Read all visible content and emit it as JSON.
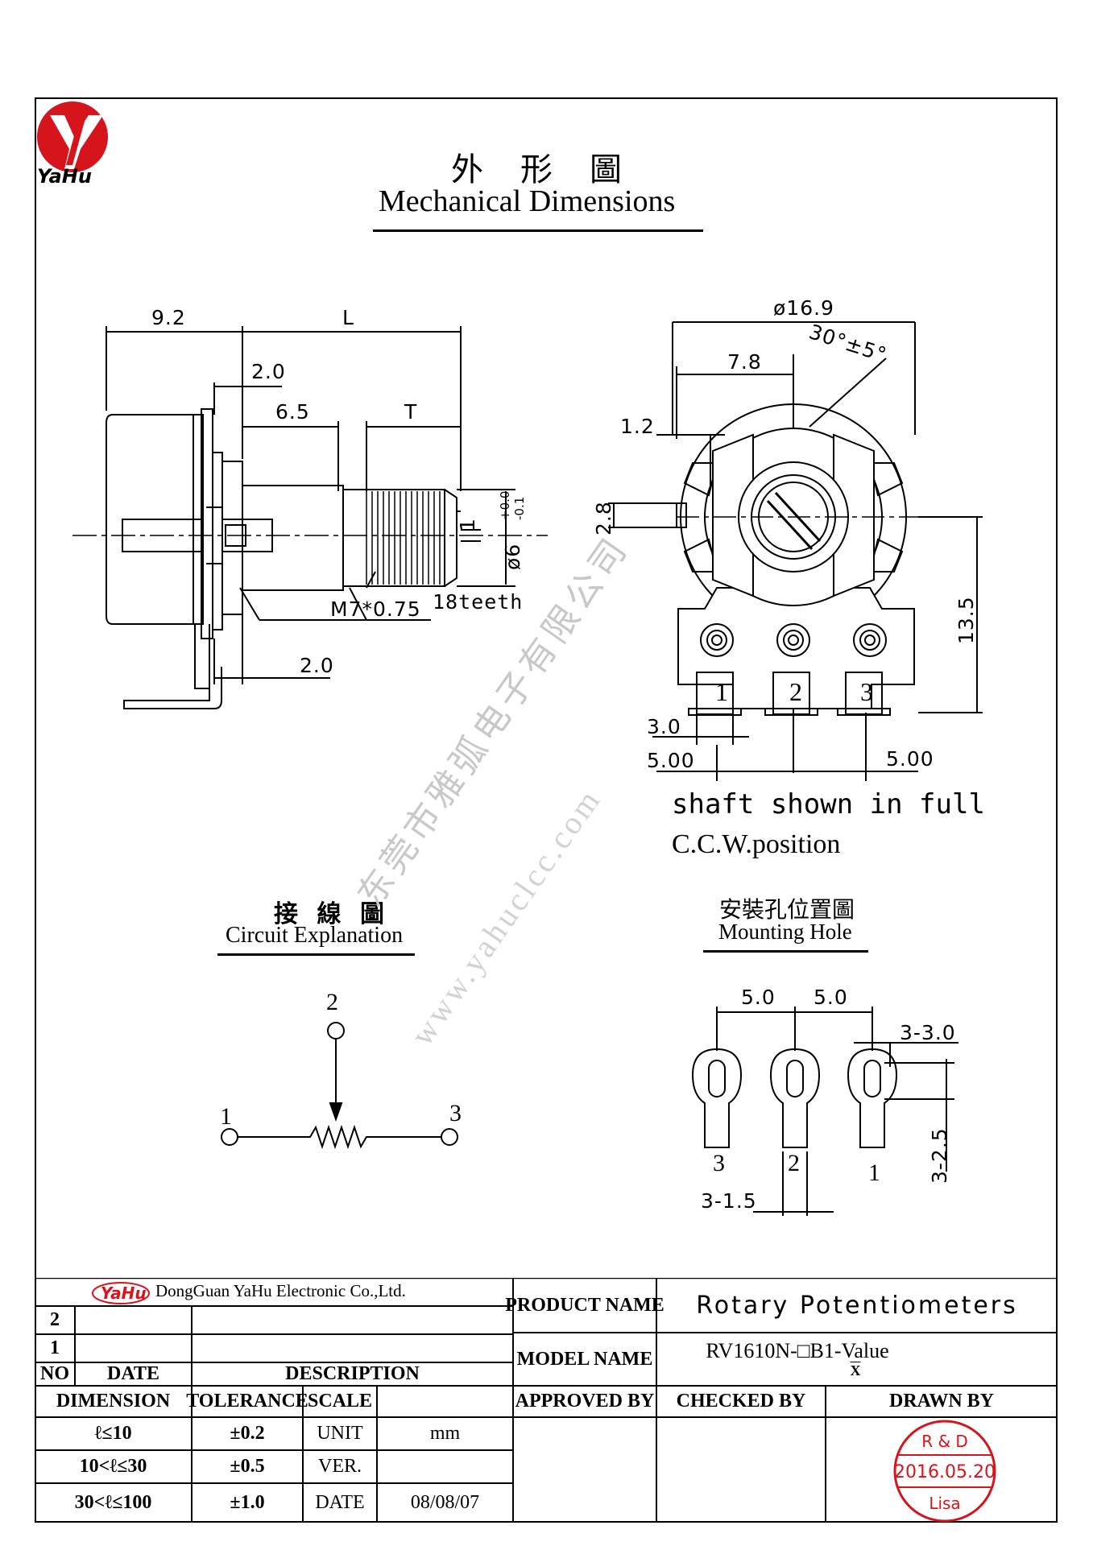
{
  "logo": {
    "text": "YaHu",
    "mark": "Y-H"
  },
  "header": {
    "title_cn": "外 形 圖",
    "title_en": "Mechanical Dimensions"
  },
  "side_view": {
    "dim_9_2": "9.2",
    "dim_L": "L",
    "dim_2_0_top": "2.0",
    "dim_6_5": "6.5",
    "dim_T": "T",
    "dim_1": "1",
    "dim_phi6": "ø6",
    "dim_phi6_tol_plus": "+0.0",
    "dim_phi6_tol_minus": "-0.1",
    "thread": "M7*0.75",
    "teeth": "18teeth",
    "dim_2_0_bottom": "2.0"
  },
  "front_view": {
    "dim_phi16_9": "ø16.9",
    "dim_angle": "30°±5°",
    "dim_7_8": "7.8",
    "dim_1_2": "1.2",
    "dim_2_8": "2.8",
    "dim_13_5": "13.5",
    "dim_3_0": "3.0",
    "dim_5_00_left": "5.00",
    "dim_5_00_right": "5.00",
    "pins": [
      "1",
      "2",
      "3"
    ]
  },
  "note": {
    "line1": "shaft shown in full",
    "line2": "C.C.W.position"
  },
  "circuit": {
    "title_cn": "接 線 圖",
    "title_en": "Circuit Explanation",
    "pins": {
      "left": "1",
      "wiper": "2",
      "right": "3"
    }
  },
  "mounting": {
    "title_cn": "安裝孔位置圖",
    "title_en": "Mounting Hole",
    "dim_5_0_left": "5.0",
    "dim_5_0_right": "5.0",
    "dim_3_3_0": "3-3.0",
    "dim_3_2_5": "3-2.5",
    "dim_3_1_5": "3-1.5",
    "pins": [
      "3",
      "2",
      "1"
    ]
  },
  "watermark": {
    "cn": "东莞市雅弧电子有限公司",
    "url": "www.yahuclcc.com"
  },
  "title_block": {
    "company": "DongGuan YaHu Electronic Co.,Ltd.",
    "rev_rows": [
      "2",
      "1"
    ],
    "col_no": "NO",
    "col_date": "DATE",
    "col_description": "DESCRIPTION",
    "product_name_label": "PRODUCT NAME",
    "product_name_value": "Rotary Potentiometers",
    "model_name_label": "MODEL NAME",
    "model_name_value": "RV1610N-□B1-Value",
    "model_sub": "X",
    "dimension_label": "DIMENSION",
    "tolerance_label": "TOLERANCE",
    "scale_label": "SCALE",
    "approved_by": "APPROVED BY",
    "checked_by": "CHECKED BY",
    "drawn_by": "DRAWN BY",
    "tolerances": [
      {
        "range": "ℓ≤10",
        "tol": "±0.2"
      },
      {
        "range": "10<ℓ≤30",
        "tol": "±0.5"
      },
      {
        "range": "30<ℓ≤100",
        "tol": "±1.0"
      }
    ],
    "unit_label": "UNIT",
    "unit_value": "mm",
    "ver_label": "VER.",
    "date_label": "DATE",
    "date_value": "08/08/07",
    "stamp": {
      "top": "R & D",
      "date": "2016.05.20",
      "name": "Lisa"
    }
  }
}
